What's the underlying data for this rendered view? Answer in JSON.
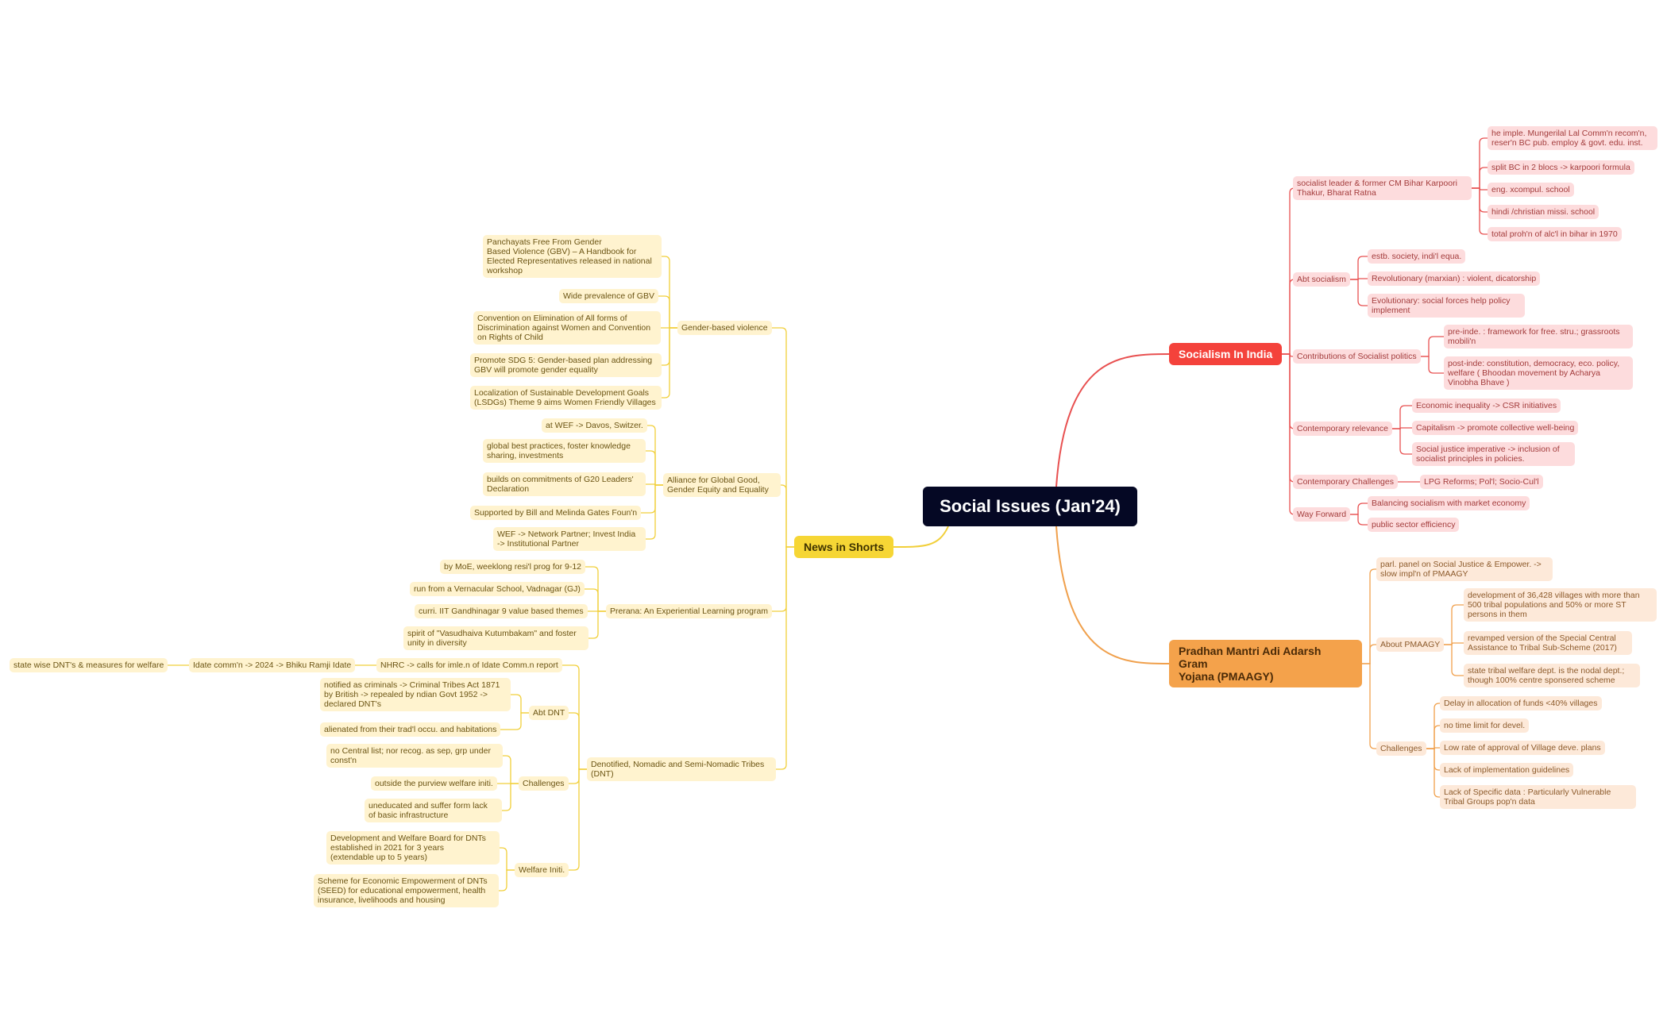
{
  "root": "Social Issues (Jan'24)",
  "branches": {
    "socialism": {
      "title": "Socialism In India",
      "karpoori": {
        "label": "socialist leader & former CM Bihar Karpoori\nThakur, Bharat Ratna",
        "items": [
          "he imple. Mungerilal Lal Comm'n recom'n,\nreser'n BC pub. employ & govt. edu. inst.",
          "split BC in 2 blocs -> karpoori formula",
          "eng. xcompul. school",
          "hindi /christian missi. school",
          "total proh'n of alc'l in bihar in 1970"
        ]
      },
      "abt": {
        "label": "Abt socialism",
        "items": [
          "estb. society, indi'l equa.",
          "Revolutionary (marxian) : violent, dicatorship",
          "Evolutionary: social forces help policy\nimplement"
        ]
      },
      "contrib": {
        "label": "Contributions of Socialist politics",
        "items": [
          "pre-inde. : framework for free. stru.; grassroots\nmobili'n",
          "post-inde: constitution, democracy, eco. policy,\nwelfare ( Bhoodan movement by Acharya\nVinobha Bhave )"
        ]
      },
      "relevance": {
        "label": "Contemporary relevance",
        "items": [
          "Economic inequality -> CSR initiatives",
          "Capitalism -> promote collective well-being",
          "Social justice imperative -> inclusion of\nsocialist principles in policies."
        ]
      },
      "challenges": {
        "label": "Contemporary Challenges",
        "items": [
          "LPG Reforms; Pol'l; Socio-Cul'l"
        ]
      },
      "way": {
        "label": "Way Forward",
        "items": [
          "Balancing socialism with market economy",
          "public sector efficiency"
        ]
      }
    },
    "pmaagy": {
      "title": "Pradhan Mantri Adi Adarsh Gram\nYojana (PMAAGY)",
      "panel": "parl. panel on Social Justice & Empower. ->\nslow impl'n of PMAAGY",
      "about": {
        "label": "About PMAAGY",
        "items": [
          "development of 36,428 villages with more than\n500 tribal populations and 50% or more ST\npersons in them",
          "revamped version of the Special Central\nAssistance to Tribal Sub-Scheme (2017)",
          "state tribal welfare dept. is the nodal dept.;\nthough 100% centre sponsered scheme"
        ]
      },
      "challenges": {
        "label": "Challenges",
        "items": [
          "Delay in allocation of funds <40% villages",
          "no time limit for devel.",
          "Low rate of approval of Village deve. plans",
          "Lack of implementation guidelines",
          "Lack of Specific data : Particularly Vulnerable\nTribal Groups pop'n data"
        ]
      }
    },
    "news": {
      "title": "News in Shorts",
      "gbv": {
        "label": "Gender-based violence",
        "items": [
          "Panchayats Free From Gender\nBased Violence (GBV) – A Handbook for\nElected Representatives released in national\nworkshop",
          "Wide prevalence of GBV",
          "Convention on Elimination of All forms of\nDiscrimination against Women and Convention\non Rights of Child",
          "Promote SDG 5: Gender-based plan addressing\nGBV will promote gender equality",
          "Localization of Sustainable Development Goals\n(LSDGs) Theme 9 aims Women Friendly Villages"
        ]
      },
      "alliance": {
        "label": "Alliance for Global Good,\nGender Equity and Equality",
        "items": [
          "at WEF -> Davos, Switzer.",
          "global best practices, foster knowledge\nsharing, investments",
          "builds on commitments of G20 Leaders'\nDeclaration",
          "Supported by Bill and Melinda Gates Foun'n",
          "WEF -> Network Partner; Invest India\n-> Institutional Partner"
        ]
      },
      "prerana": {
        "label": "Prerana: An Experiential Learning program",
        "items": [
          "by MoE, weeklong resi'l prog for 9-12",
          "run from a Vernacular School, Vadnagar (GJ)",
          "curri. IIT Gandhinagar 9 value based themes",
          "spirit of \"Vasudhaiva Kutumbakam\" and foster\nunity in diversity"
        ]
      },
      "dnt": {
        "label": "Denotified, Nomadic and Semi-Nomadic Tribes\n(DNT)",
        "nhrc": "NHRC -> calls for imle.n of Idate Comm.n report",
        "idate": "Idate comm'n -> 2024 -> Bhiku Ramji Idate",
        "statewise": "state wise DNT's & measures for welfare",
        "abt": {
          "label": "Abt DNT",
          "items": [
            "notified as criminals -> Criminal Tribes Act 1871\nby British -> repealed by ndian Govt 1952 ->\ndeclared DNT's",
            "alienated from their trad'l occu. and habitations"
          ]
        },
        "challenges": {
          "label": "Challenges",
          "items": [
            "no Central list; nor recog. as sep, grp under\nconst'n",
            "outside the purview welfare initi.",
            "uneducated and suffer form lack\nof basic infrastructure"
          ]
        },
        "welfare": {
          "label": "Welfare Initi.",
          "items": [
            "Development and Welfare Board for DNTs\nestablished in 2021 for 3 years\n(extendable up to 5 years)",
            "Scheme for Economic Empowerment of DNTs\n(SEED) for educational empowerment, health\ninsurance, livelihoods and housing"
          ]
        }
      }
    }
  },
  "colors": {
    "root_bg": "#050824",
    "socialism_main": "#f4423b",
    "socialism_line": "#e85050",
    "socialism_node": "#fddcdd",
    "pmaagy_main": "#f4a24b",
    "pmaagy_line": "#f0a04c",
    "pmaagy_node": "#fde9d9",
    "news_main": "#f6d635",
    "news_line": "#f1cf3a",
    "news_node": "#fff3cf"
  }
}
